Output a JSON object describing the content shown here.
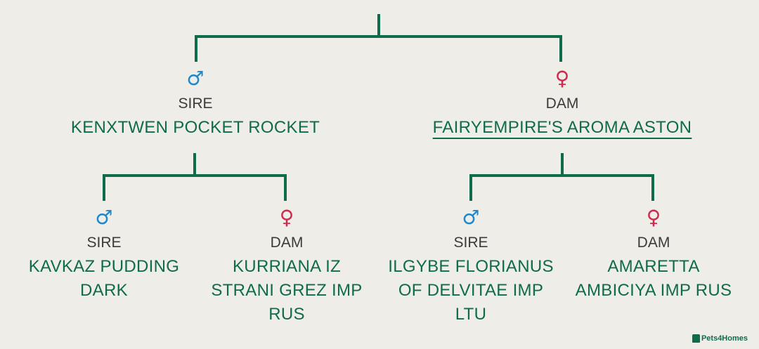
{
  "nodes": {
    "sire": {
      "symbol": "♂",
      "role": "SIRE",
      "name": "KENXTWEN POCKET ROCKET"
    },
    "dam": {
      "symbol": "♀",
      "role": "DAM",
      "name": "FAIRYEMPIRE'S AROMA ASTON"
    },
    "sire_sire": {
      "symbol": "♂",
      "role": "SIRE",
      "name": "KAVKAZ PUDDING DARK"
    },
    "sire_dam": {
      "symbol": "♀",
      "role": "DAM",
      "name": "KURRIANA IZ STRANI GREZ IMP RUS"
    },
    "dam_sire": {
      "symbol": "♂",
      "role": "SIRE",
      "name": "ILGYBE FLORIANUS OF DELVITAE IMP LTU"
    },
    "dam_dam": {
      "symbol": "♀",
      "role": "DAM",
      "name": "AMARETTA AMBICIYA IMP RUS"
    }
  },
  "logo": {
    "text": "Pets4Homes"
  },
  "colors": {
    "line": "#0e6b4c",
    "name": "#0e6b4c",
    "male": "#1f88c9",
    "female": "#d0294d",
    "role": "#3b3b3b",
    "background": "#efede7"
  }
}
